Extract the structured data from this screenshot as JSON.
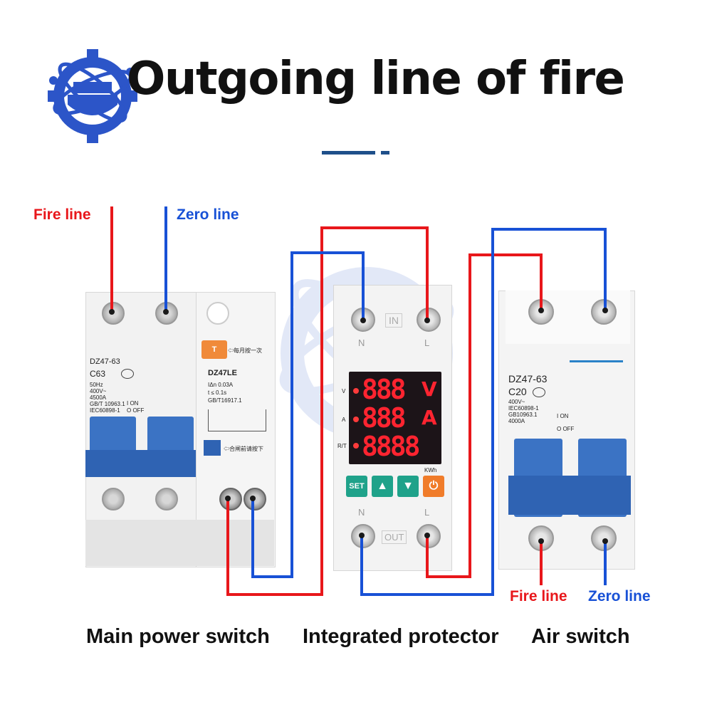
{
  "title": "Outgoing line of fire",
  "labels": {
    "fire_line_top": "Fire line",
    "zero_line_top": "Zero line",
    "fire_line_bottom": "Fire line",
    "zero_line_bottom": "Zero line"
  },
  "captions": {
    "main_switch": "Main power switch",
    "protector": "Integrated protector",
    "air_switch": "Air switch"
  },
  "main_switch": {
    "model": "DZ47-63",
    "rating": "C63",
    "spec_lines": [
      "50Hz",
      "400V~",
      "4500A",
      "GB/T 10963.1",
      "IEC60898-1"
    ],
    "on_label": "I ON",
    "off_label": "O OFF",
    "rcd_model": "DZ47LE",
    "rcd_spec1": "IΔn 0.03A",
    "rcd_spec2": "t ≤ 0.1s",
    "rcd_standard": "GB/T16917.1",
    "test_button": "T",
    "test_note": "⇦每月按一次",
    "close_note": "⇦合闸前请按下"
  },
  "protector": {
    "in_label": "IN",
    "out_label": "OUT",
    "n_label": "N",
    "l_label": "L",
    "rows": [
      {
        "side": "V",
        "digits": "888",
        "unit": "V"
      },
      {
        "side": "A",
        "digits": "888",
        "unit": "A"
      },
      {
        "side": "R/T",
        "digits": "8888",
        "unit": ""
      }
    ],
    "kwh": "KWh",
    "buttons": [
      "SET",
      "▲",
      "▼",
      "⏻"
    ]
  },
  "air_switch": {
    "model": "DZ47-63",
    "rating": "C20",
    "spec_lines": [
      "400V~",
      "IEC60898-1",
      "GB10963.1",
      "4000A"
    ],
    "on_label": "I ON",
    "off_label": "O OFF"
  },
  "colors": {
    "fire": "#e8171b",
    "zero": "#1851d6",
    "handle": "#3b73c4",
    "display": "#1c1418"
  }
}
